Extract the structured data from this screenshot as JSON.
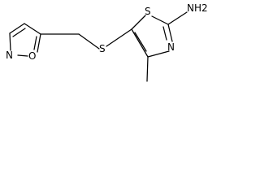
{
  "molecule": {
    "atoms": {
      "isoxazole_n": "N",
      "isoxazole_o": "O",
      "thioether_s": "S",
      "thiazole_s": "S",
      "thiazole_n": "N",
      "amine": "NH2"
    }
  },
  "colors": {
    "bond": "#000000",
    "label": "#000000",
    "background": "#ffffff"
  }
}
